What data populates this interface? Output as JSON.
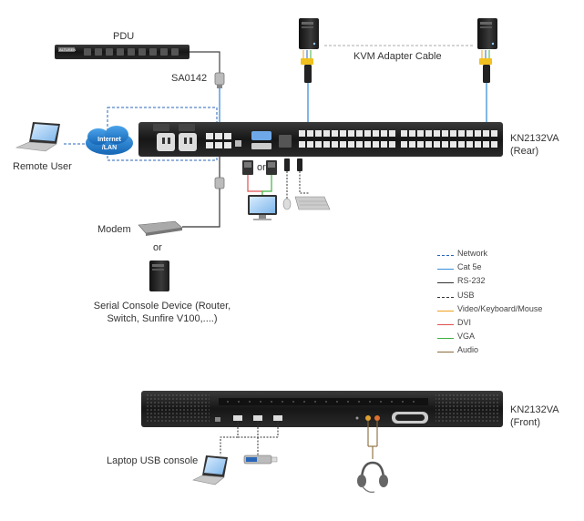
{
  "labels": {
    "pdu": "PDU",
    "sa0142": "SA0142",
    "kvm_adapter_cable": "KVM Adapter Cable",
    "rear_model": "KN2132VA",
    "rear_side": "(Rear)",
    "remote_user": "Remote User",
    "internet_lan_line1": "Internet",
    "internet_lan_line2": "/LAN",
    "or_video": "or",
    "modem": "Modem",
    "or_modem": "or",
    "serial_line1": "Serial Console Device (Router,",
    "serial_line2": "Switch, Sunfire V100,....)",
    "front_model": "KN2132VA",
    "front_side": "(Front)",
    "laptop_usb_console": "Laptop USB console",
    "pdu_brand": "ALTUSEN"
  },
  "legend": [
    {
      "label": "Network",
      "color": "#2a66b8",
      "style": "dashed"
    },
    {
      "label": "Cat 5e",
      "color": "#3a8fd8",
      "style": "solid"
    },
    {
      "label": "RS-232",
      "color": "#333333",
      "style": "solid"
    },
    {
      "label": "USB",
      "color": "#333333",
      "style": "dashed"
    },
    {
      "label": "Video/Keyboard/Mouse",
      "color": "#f0a020",
      "style": "solid"
    },
    {
      "label": "DVI",
      "color": "#e05050",
      "style": "solid"
    },
    {
      "label": "VGA",
      "color": "#40b040",
      "style": "solid"
    },
    {
      "label": "Audio",
      "color": "#8a6a3a",
      "style": "solid"
    }
  ],
  "colors": {
    "device_body": "#1a1a1a",
    "network": "#2a66b8",
    "cat5e": "#3a8fd8",
    "cloud": "#1f7fd0"
  },
  "icons": [
    "pdu-device",
    "server-tower",
    "laptop",
    "cloud",
    "monitor",
    "keyboard",
    "mouse",
    "modem",
    "headset",
    "usb-stick"
  ]
}
